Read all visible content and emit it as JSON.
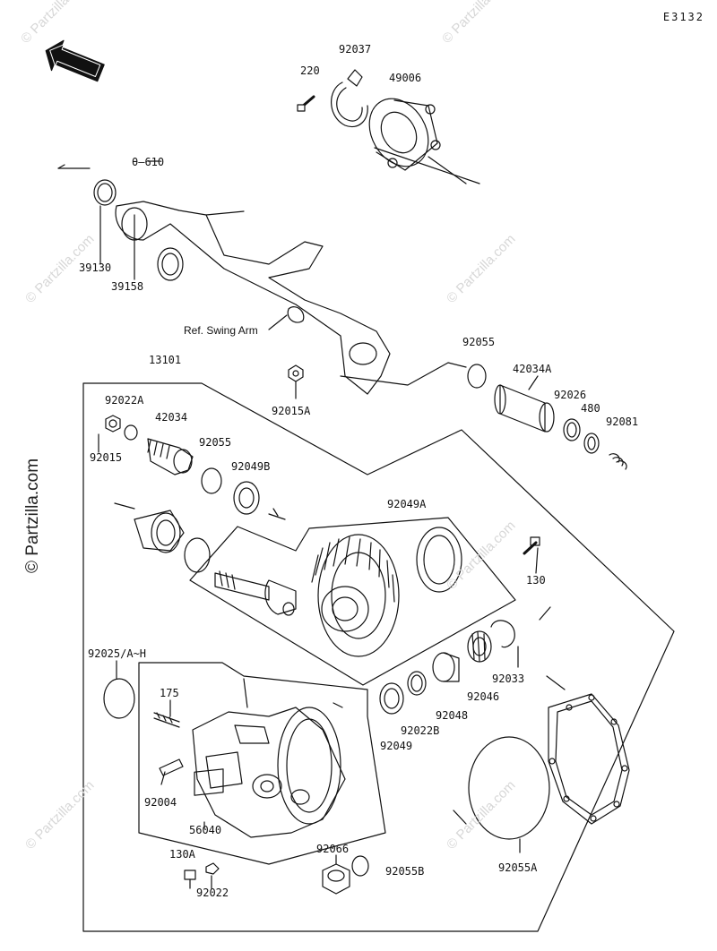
{
  "page_code": "E3132",
  "front_badge": "FRONT",
  "reference_note": "Ref. Swing Arm",
  "watermark_text": "© Partzilla.com",
  "callouts": [
    {
      "id": "220",
      "text": "220"
    },
    {
      "id": "92037",
      "text": "92037"
    },
    {
      "id": "49006",
      "text": "49006"
    },
    {
      "id": "610",
      "text": "610"
    },
    {
      "id": "39130",
      "text": "39130"
    },
    {
      "id": "39158",
      "text": "39158"
    },
    {
      "id": "13101",
      "text": "13101"
    },
    {
      "id": "92055-top",
      "text": "92055"
    },
    {
      "id": "42034A",
      "text": "42034A"
    },
    {
      "id": "92015A",
      "text": "92015A"
    },
    {
      "id": "92022A",
      "text": "92022A"
    },
    {
      "id": "42034",
      "text": "42034"
    },
    {
      "id": "92026",
      "text": "92026"
    },
    {
      "id": "480",
      "text": "480"
    },
    {
      "id": "92081",
      "text": "92081"
    },
    {
      "id": "92015",
      "text": "92015"
    },
    {
      "id": "92055-mid",
      "text": "92055"
    },
    {
      "id": "92049B",
      "text": "92049B"
    },
    {
      "id": "92049A",
      "text": "92049A"
    },
    {
      "id": "130",
      "text": "130"
    },
    {
      "id": "92025",
      "text": "92025/A~H"
    },
    {
      "id": "92033",
      "text": "92033"
    },
    {
      "id": "92046",
      "text": "92046"
    },
    {
      "id": "92048",
      "text": "92048"
    },
    {
      "id": "175",
      "text": "175"
    },
    {
      "id": "92022B",
      "text": "92022B"
    },
    {
      "id": "92049",
      "text": "92049"
    },
    {
      "id": "92004",
      "text": "92004"
    },
    {
      "id": "56040",
      "text": "56040"
    },
    {
      "id": "92066",
      "text": "92066"
    },
    {
      "id": "92055B",
      "text": "92055B"
    },
    {
      "id": "92055A",
      "text": "92055A"
    },
    {
      "id": "130A",
      "text": "130A"
    },
    {
      "id": "92022",
      "text": "92022"
    }
  ]
}
